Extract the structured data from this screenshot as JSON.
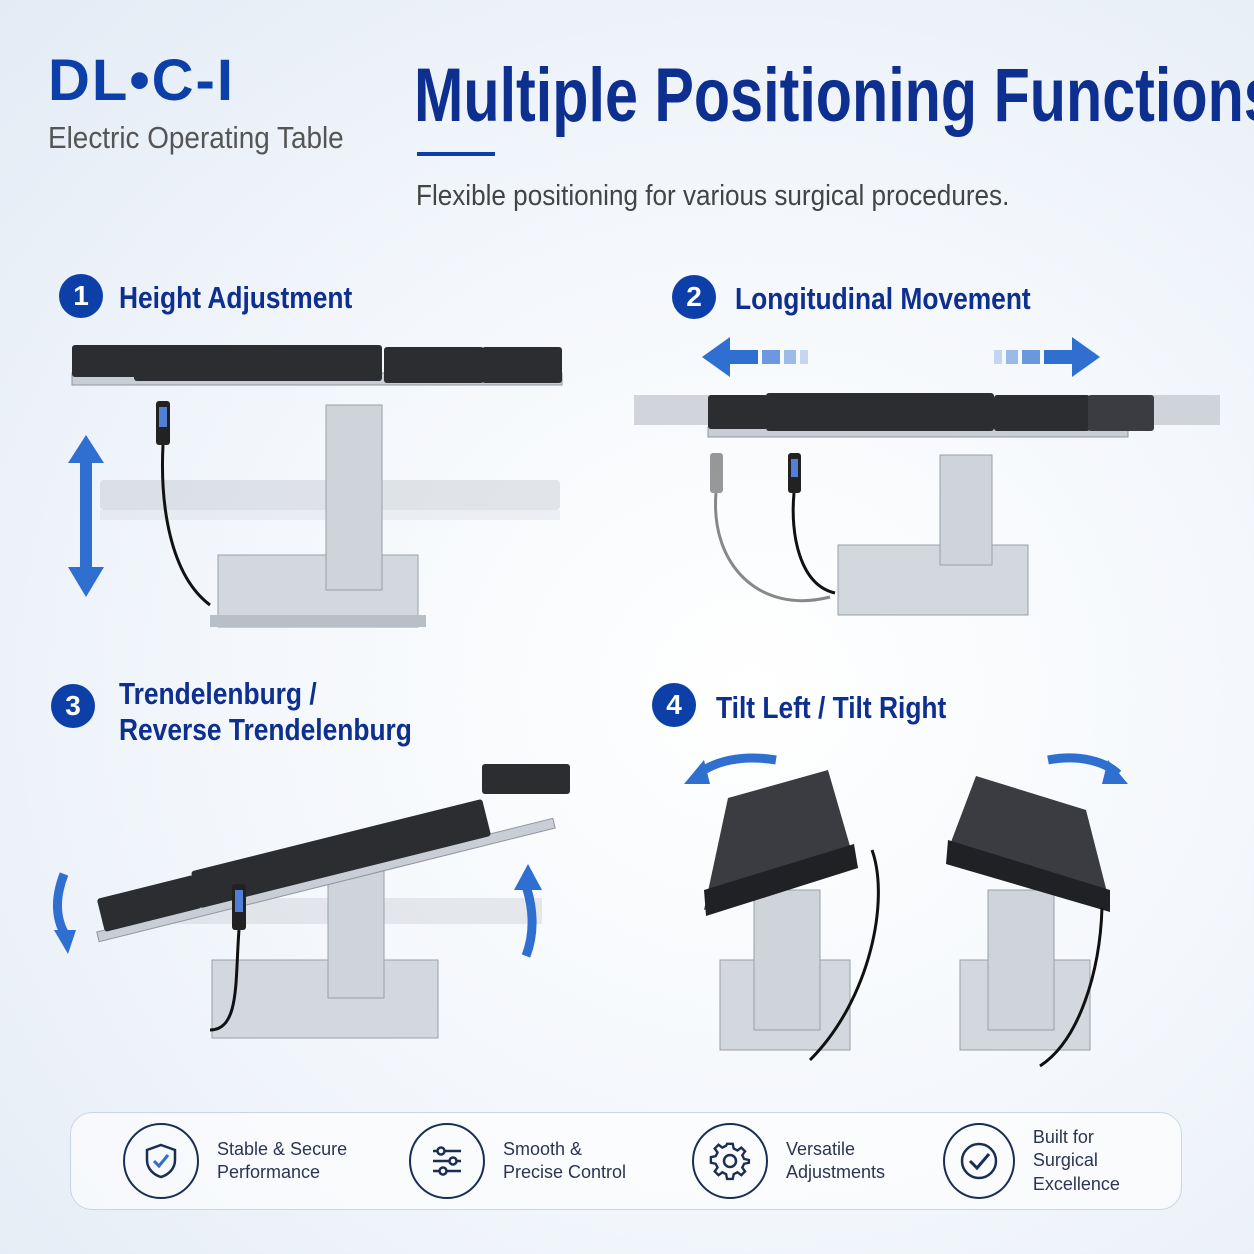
{
  "header": {
    "logo": "DL•C-I",
    "product": "Electric Operating Table",
    "title": "Multiple Positioning Functions",
    "subtitle": "Flexible positioning for various surgical procedures."
  },
  "sections": [
    {
      "number": "1",
      "title_lines": [
        "Height Adjustment"
      ]
    },
    {
      "number": "2",
      "title_lines": [
        "Longitudinal Movement"
      ]
    },
    {
      "number": "3",
      "title_lines": [
        "Trendelenburg /",
        "Reverse Trendelenburg"
      ]
    },
    {
      "number": "4",
      "title_lines": [
        "Tilt Left / Tilt Right"
      ]
    }
  ],
  "features": [
    {
      "icon": "shield-check-icon",
      "line1": "Stable & Secure",
      "line2": "Performance"
    },
    {
      "icon": "sliders-icon",
      "line1": "Smooth &",
      "line2": "Precise Control"
    },
    {
      "icon": "gear-icon",
      "line1": "Versatile",
      "line2": "Adjustments"
    },
    {
      "icon": "check-circle-icon",
      "line1": "Built for",
      "line2": "Surgical Excellence"
    }
  ],
  "colors": {
    "brand": "#0d3fa8",
    "title": "#0d2f8f",
    "arrow": "#2f6fd0",
    "cushion": "#2b2d31",
    "steel": "#c9ced6"
  }
}
